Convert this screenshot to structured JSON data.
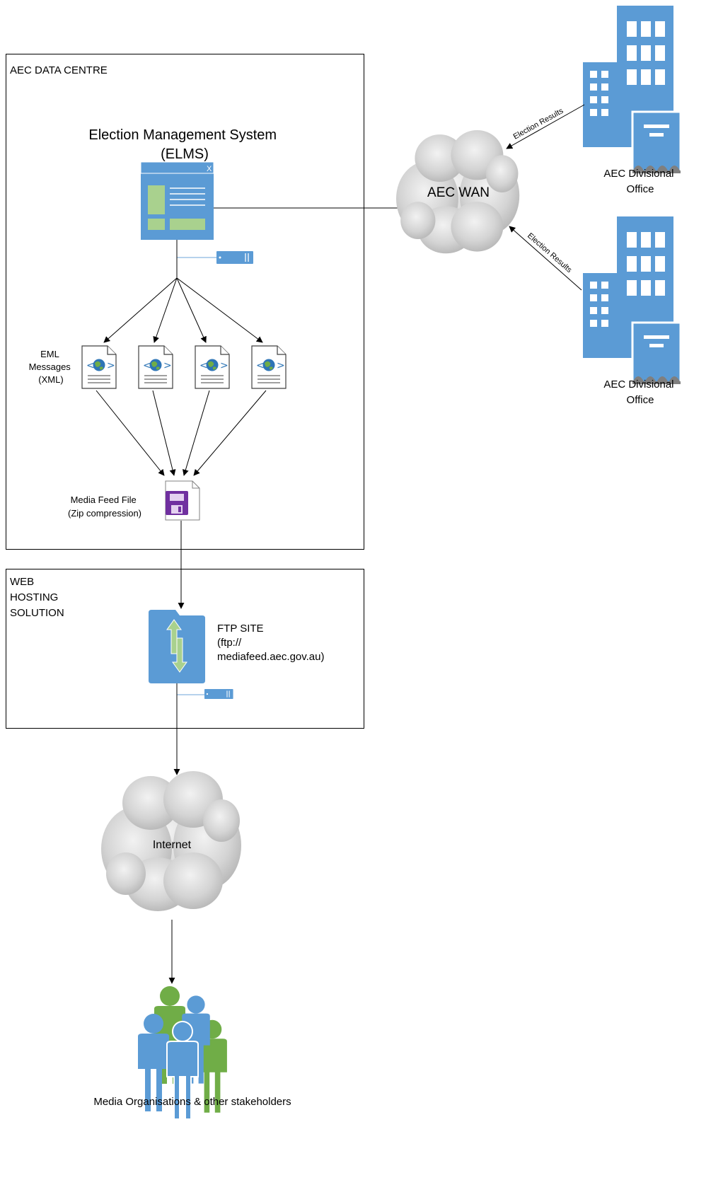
{
  "containers": {
    "data_centre": "AEC DATA CENTRE",
    "web_hosting": [
      "WEB",
      "HOSTING",
      "SOLUTION"
    ]
  },
  "elms": {
    "title_line1": "Election Management System",
    "title_line2": "(ELMS)",
    "window_close_glyph": "X"
  },
  "eml": {
    "label_lines": [
      "EML",
      "Messages",
      "(XML)"
    ],
    "file_count": 4
  },
  "media_feed": {
    "label_lines": [
      "Media Feed File",
      "(Zip compression)"
    ]
  },
  "ftp": {
    "label_lines": [
      "FTP SITE",
      "(ftp://",
      "mediafeed.aec.gov.au)"
    ]
  },
  "wan": {
    "label": "AEC WAN"
  },
  "internet": {
    "label": "Internet"
  },
  "offices": [
    {
      "label_lines": [
        "AEC Divisional",
        "Office"
      ],
      "link_label": "Election Results"
    },
    {
      "label_lines": [
        "AEC Divisional",
        "Office"
      ],
      "link_label": "Election Results"
    }
  ],
  "stakeholders": {
    "label": "Media Organisations & other stakeholders"
  },
  "colors": {
    "icon_blue": "#5b9bd5",
    "icon_green": "#70ad47",
    "light_green": "#a9d18e",
    "purple": "#7030a0",
    "cloud_grey": "#c8c8c8",
    "line": "#000000"
  },
  "icons": {
    "elms": "application-window-icon",
    "eml": "xml-document-icon",
    "media_feed": "zip-file-icon",
    "ftp": "ftp-transfer-icon",
    "server": "server-icon",
    "cloud": "cloud-icon",
    "office": "office-building-icon",
    "users": "user-group-icon"
  }
}
